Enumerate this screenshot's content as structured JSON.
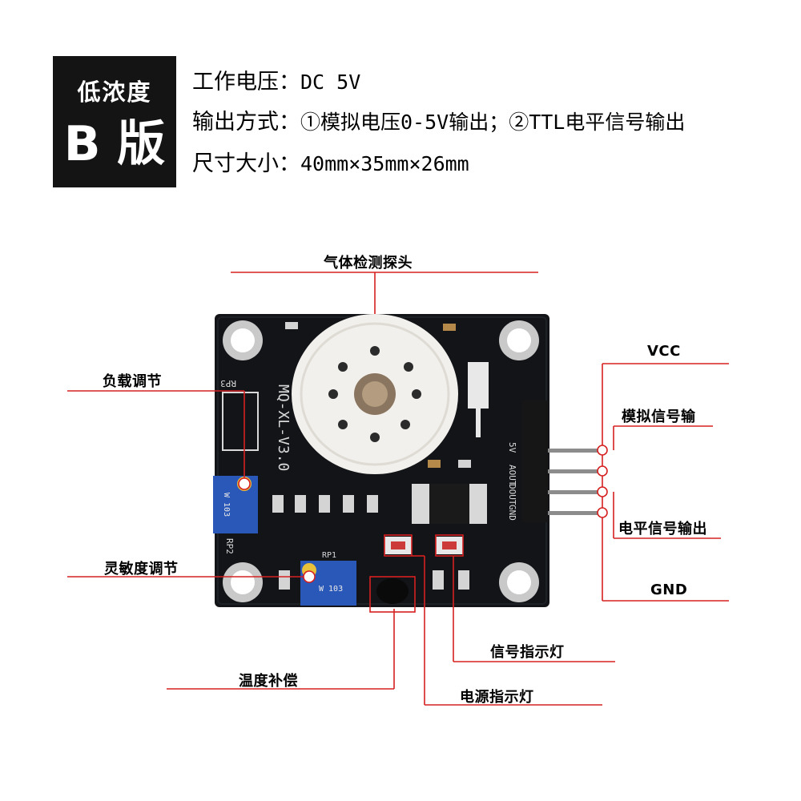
{
  "badge": {
    "line1": "低浓度",
    "line2": "B 版"
  },
  "specs": [
    {
      "label": "工作电压：",
      "value": "DC 5V"
    },
    {
      "label": "输出方式：",
      "value": "①模拟电压0-5V输出；②TTL电平信号输出"
    },
    {
      "label": "尺寸大小：",
      "value": "40mm×35mm×26mm"
    }
  ],
  "annotations": {
    "probe": "气体检测探头",
    "load_adjust": "负载调节",
    "sensitivity_adjust": "灵敏度调节",
    "temp_compensation": "温度补偿",
    "vcc": "VCC",
    "analog_signal": "模拟信号输",
    "ttl_signal": "电平信号输出",
    "gnd": "GND",
    "signal_led": "信号指示灯",
    "power_led": "电源指示灯"
  },
  "board": {
    "silkscreen_model": "MQ-XL-V3.0",
    "pin_labels": [
      "5V",
      "AOUT",
      "DOUT",
      "GND"
    ],
    "pot_labels": [
      "RP1",
      "RP2",
      "RP3"
    ],
    "pot_marking": "W 103"
  },
  "colors": {
    "board": "#121418",
    "leader_line": "#d62020",
    "pot_blue": "#2a58b8",
    "sensor_white": "#f2f0ec"
  }
}
